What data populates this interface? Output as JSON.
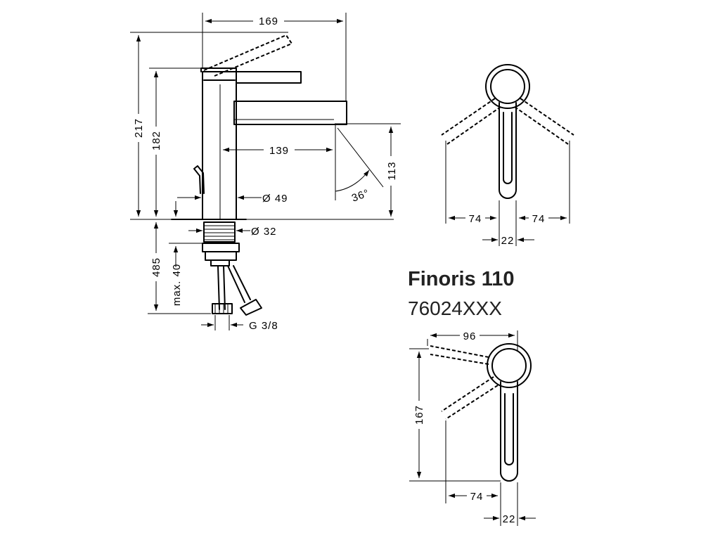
{
  "product": {
    "name": "Finoris 110",
    "code": "76024XXX"
  },
  "dimensions": {
    "width_top": "169",
    "height_total": "217",
    "height_body": "182",
    "reach": "139",
    "spout_height": "113",
    "spout_angle": "36°",
    "body_diameter": "Ø 49",
    "thread_diameter": "Ø 32",
    "depth_below": "485",
    "max_mount": "max. 40",
    "connection": "G 3/8",
    "top_swing_left": "74",
    "top_swing_right": "74",
    "top_handle_width": "22",
    "bottom_swing_width": "96",
    "bottom_length": "167",
    "bottom_swing": "74",
    "bottom_handle_width": "22"
  },
  "icons": [
    "arrow-icon"
  ]
}
